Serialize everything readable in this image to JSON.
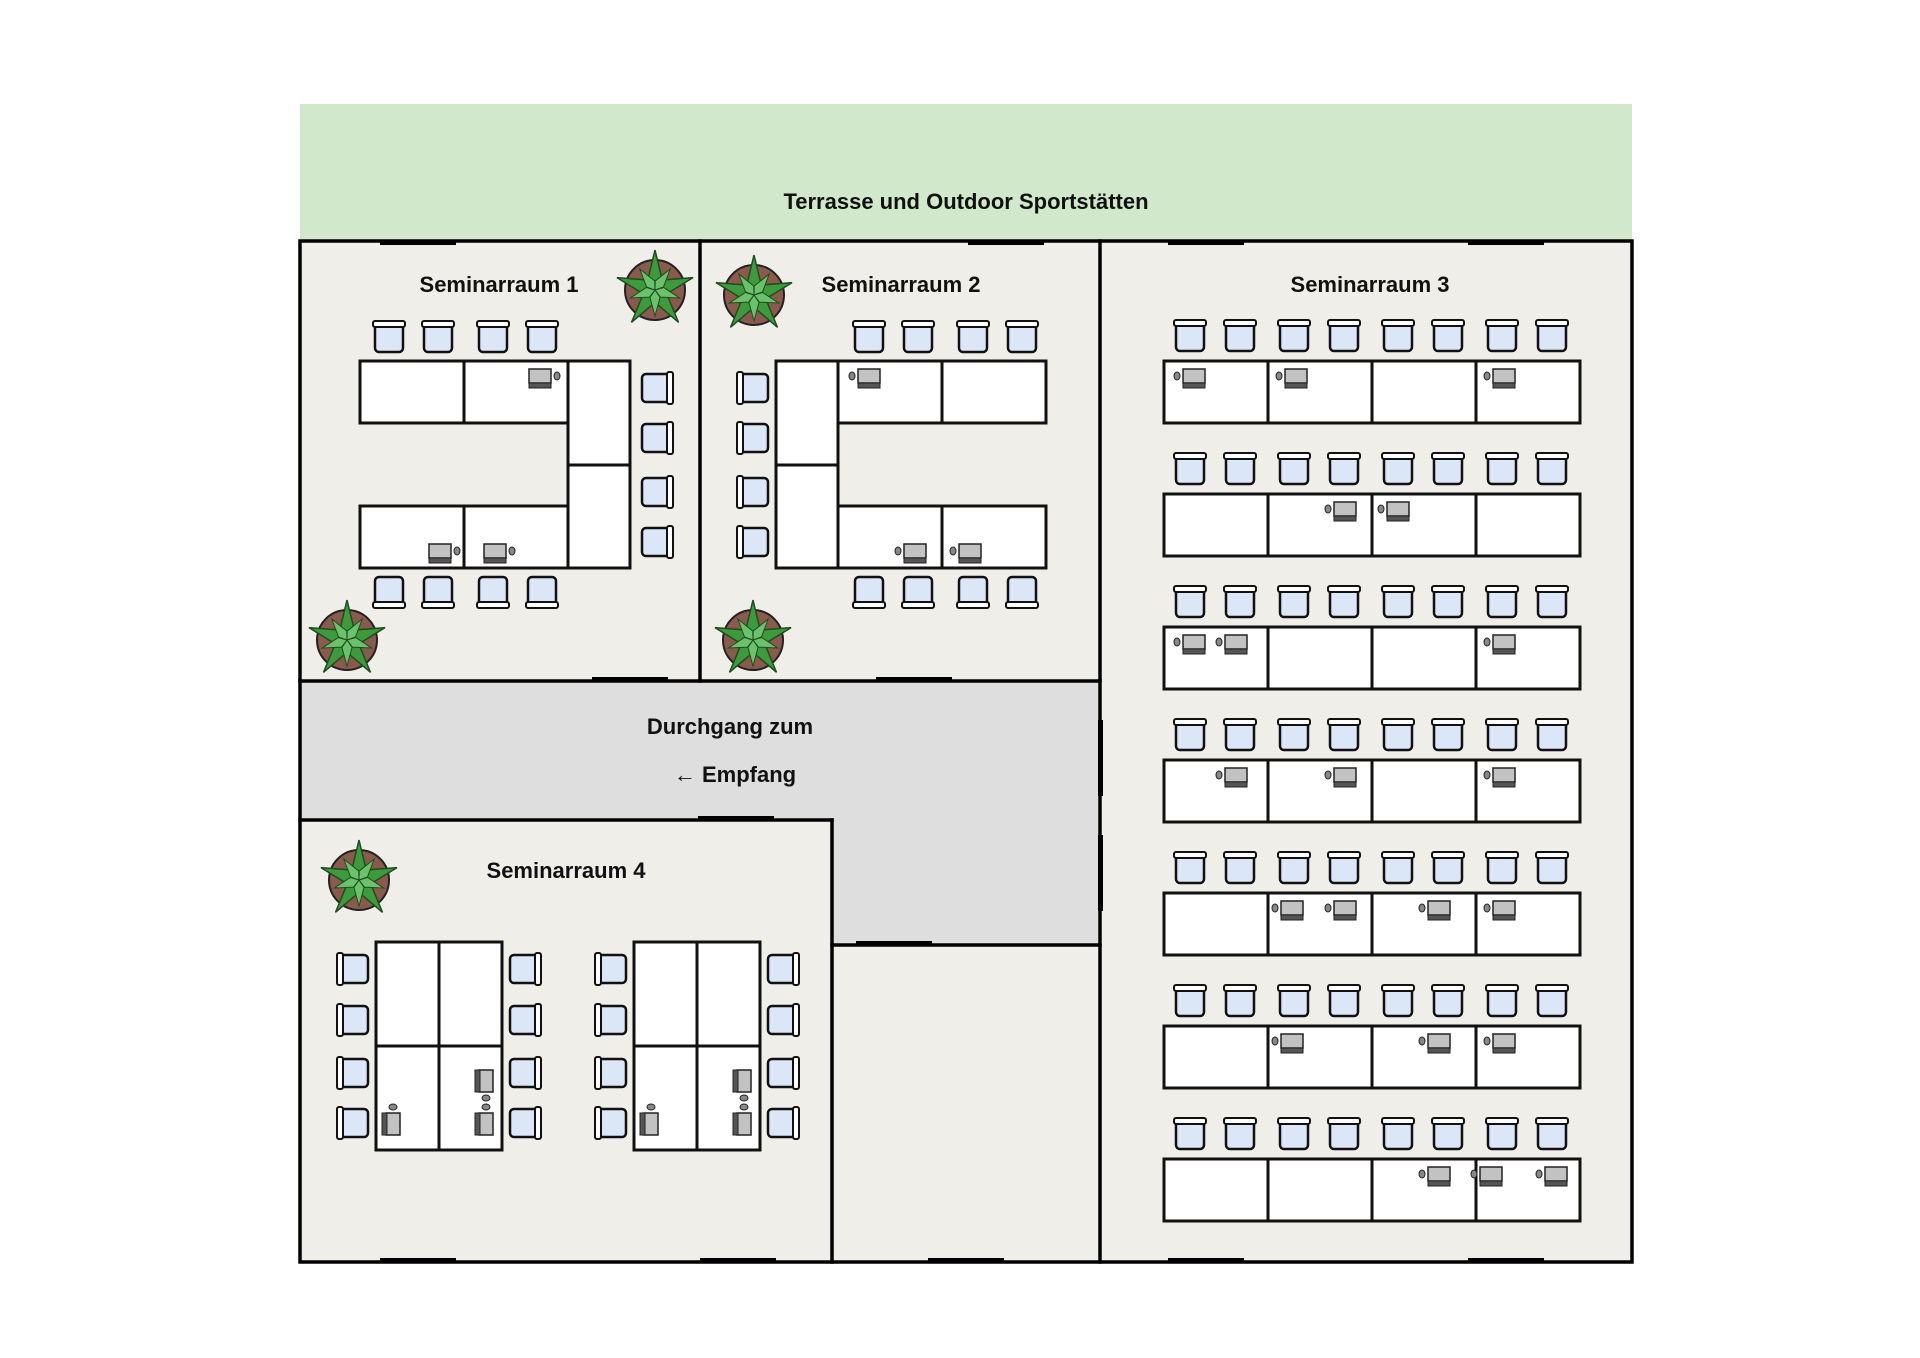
{
  "terrace": {
    "label": "Terrasse und Outdoor Sportstätten"
  },
  "rooms": [
    {
      "label": "Seminarraum 1"
    },
    {
      "label": "Seminarraum 2"
    },
    {
      "label": "Seminarraum 3"
    },
    {
      "label": "Seminarraum 4"
    }
  ],
  "corridor": {
    "line1": "Durchgang zum",
    "line2": "← Empfang"
  },
  "colors": {
    "terrace": "#d1e8cb",
    "floor": "#efeee9",
    "corridor": "#dedede",
    "wall": "#000000",
    "chair_fill": "#dbe6f7",
    "table": "#ffffff",
    "device": "#c2c2c2",
    "plant_pot": "#8a5a4c",
    "plant_leaf": "#3d9a3d"
  },
  "icons": [
    "chair-icon",
    "plant-icon",
    "laptop-icon",
    "door-opening"
  ]
}
